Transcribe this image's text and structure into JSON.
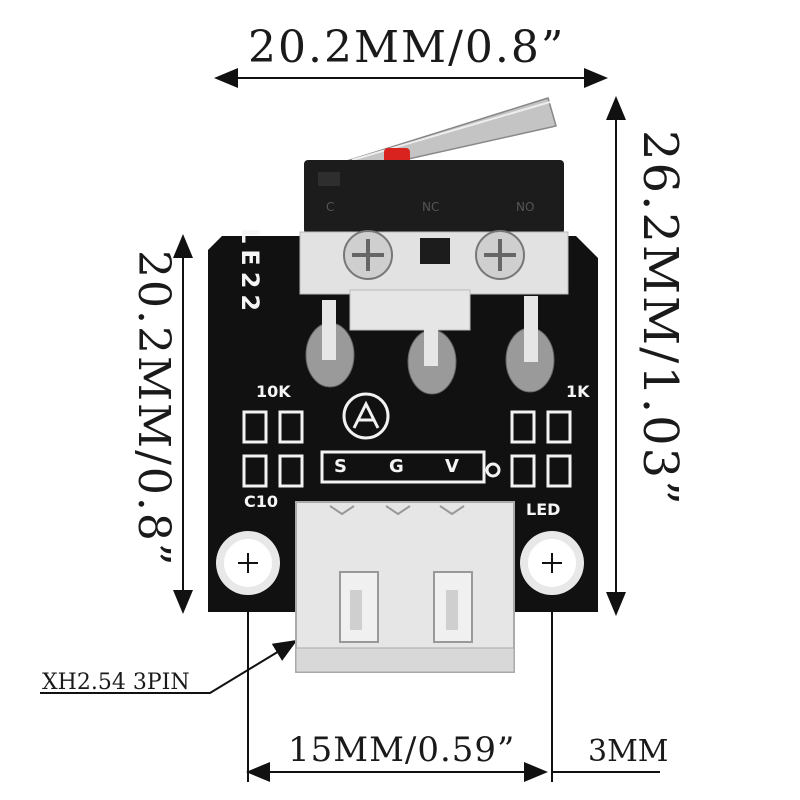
{
  "dimensions": {
    "top_width": "20.2MM/0.8”",
    "left_height": "20.2MM/0.8”",
    "right_height": "26.2MM/1.03”",
    "bottom_spacing": "15MM/0.59”",
    "hole_offset": "3MM",
    "connector": "XH2.54 3PIN"
  },
  "board_silkscreen": {
    "res_left": "10K",
    "res_right": "1K",
    "cap": "C10",
    "led": "LED",
    "pin_s": "S",
    "pin_g": "G",
    "pin_v": "V",
    "vertical_mark": "LE22"
  },
  "switch_labels": {
    "c": "C",
    "nc": "NC",
    "no": "NO"
  },
  "colors": {
    "pcb": "#111111",
    "silk": "#f2f2f2",
    "connector": "#e6e6e6",
    "switch_body": "#1c1c1c",
    "lever": "#bdbdbd",
    "plunger": "#d9231f"
  }
}
